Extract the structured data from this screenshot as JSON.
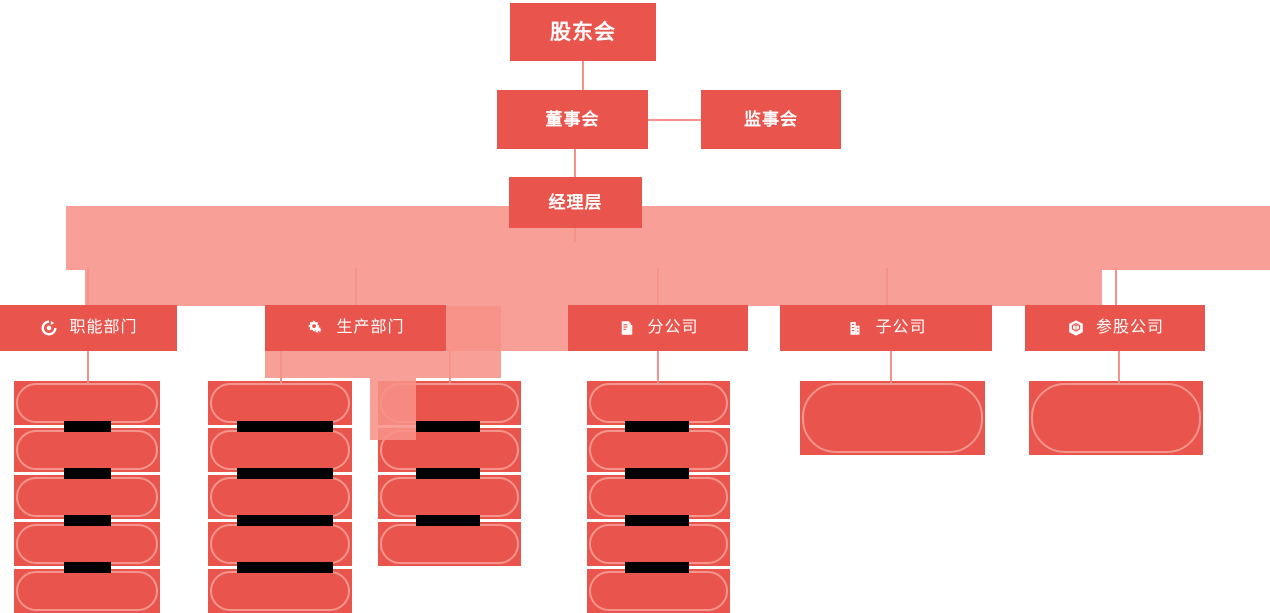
{
  "meta": {
    "title": "公司组织架构图",
    "colors": {
      "node": "#e9544c",
      "connector": "#f59189",
      "highlight": "#f79289",
      "capsule_border": "#f6958d",
      "redaction": "#000000",
      "background": "#ffffff"
    }
  },
  "hierarchy": {
    "level1": {
      "label": "股东会",
      "name": "shareholders-meeting"
    },
    "level2": {
      "label": "董事会",
      "name": "board-of-directors"
    },
    "level2_side": {
      "label": "监事会",
      "name": "board-of-supervisors"
    },
    "level3": {
      "label": "经理层",
      "name": "management-layer"
    }
  },
  "departments": [
    {
      "label": "职能部门",
      "icon": "recycle-circle-icon",
      "leaf_count": 5,
      "name": "functional-department"
    },
    {
      "label": "生产部门",
      "icon": "gears-icon",
      "leaf_count": 5,
      "name": "production-department"
    },
    {
      "label": "",
      "icon": "",
      "leaf_count": 4,
      "name": "production-department-group-b"
    },
    {
      "label": "分公司",
      "icon": "building-doc-icon",
      "leaf_count": 5,
      "name": "branch-company"
    },
    {
      "label": "子公司",
      "icon": "building-icon",
      "leaf_count": 1,
      "name": "subsidiary-company"
    },
    {
      "label": "参股公司",
      "icon": "cube-icon",
      "leaf_count": 1,
      "name": "affiliated-company"
    }
  ],
  "leaf_nodes": {
    "note": "全部下级节点文字已被黑色涂改条遮盖",
    "label": "",
    "redacted": true
  },
  "icons": {
    "recycle-circle-icon": "recycle-circle",
    "gears-icon": "gears",
    "building-doc-icon": "building-document",
    "building-icon": "building",
    "cube-icon": "cube"
  }
}
